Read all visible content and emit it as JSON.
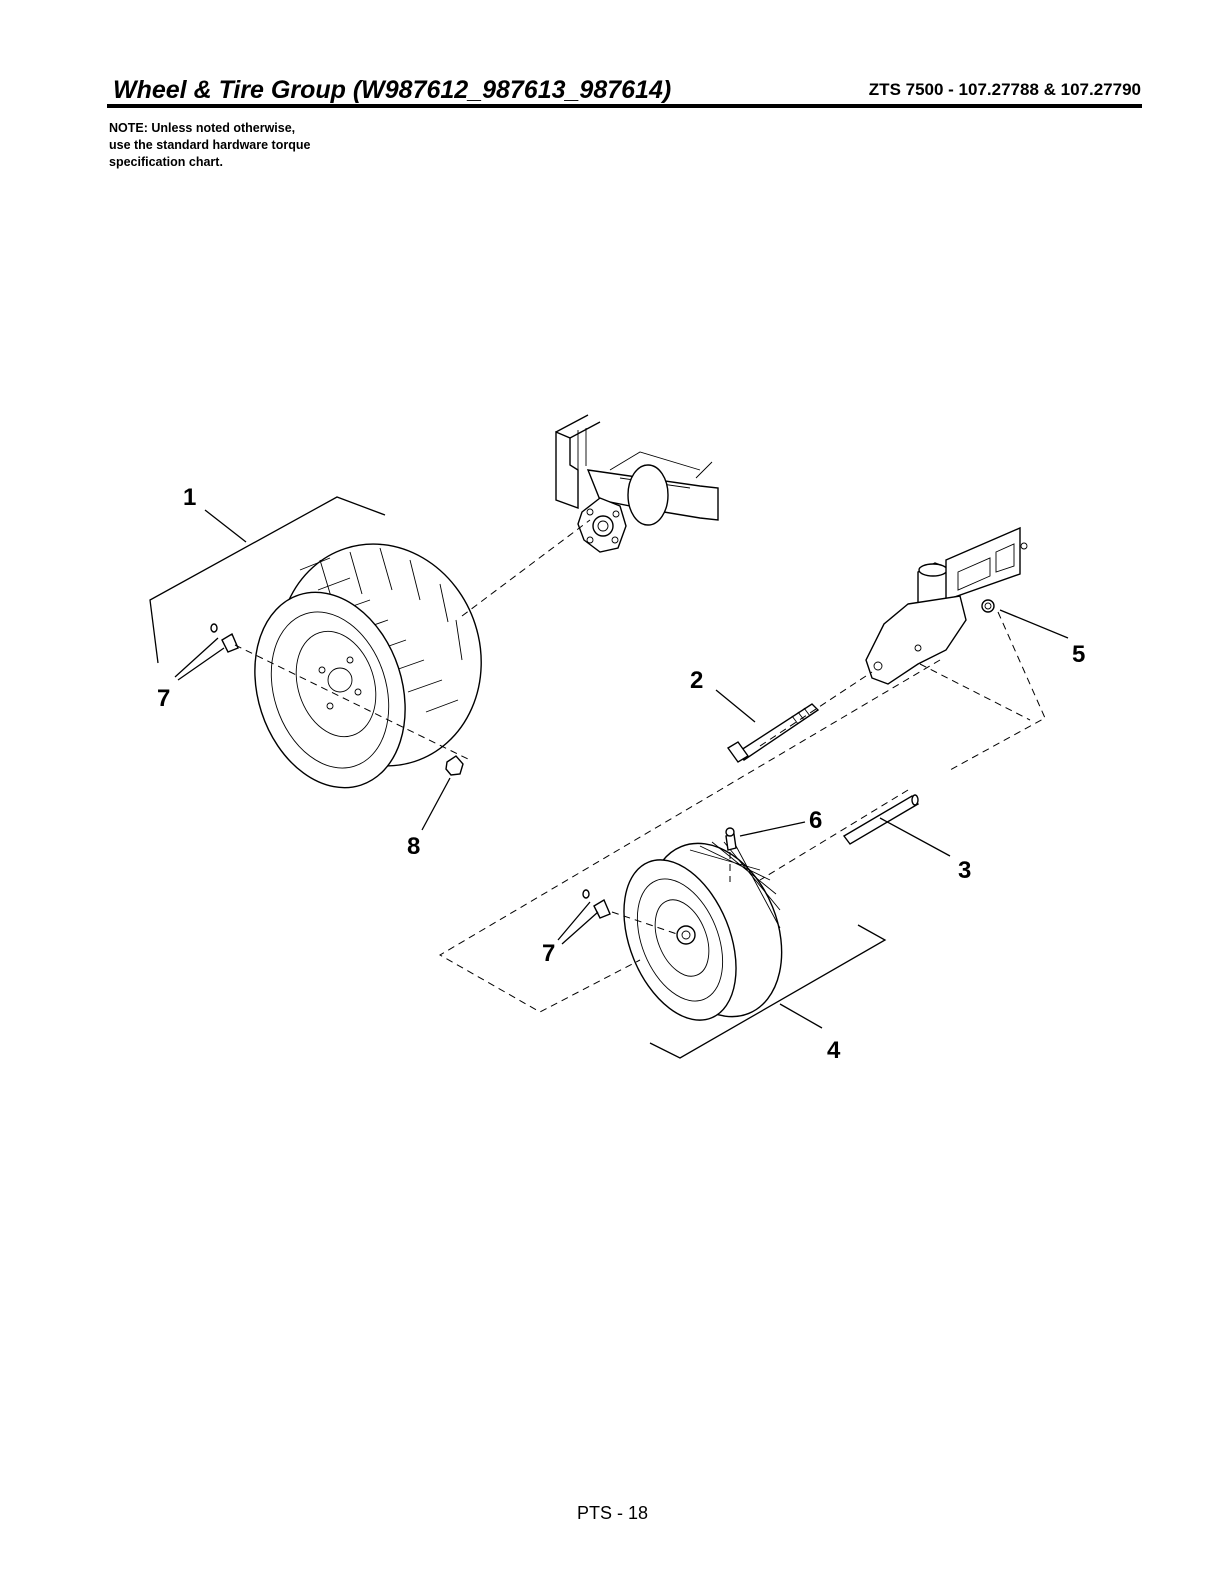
{
  "header": {
    "title": "Wheel & Tire Group (W987612_987613_987614)",
    "model": "ZTS 7500 - 107.27788 & 107.27790"
  },
  "note": {
    "lines": [
      "NOTE: Unless noted otherwise,",
      "use the standard hardware torque",
      "specification chart."
    ]
  },
  "callouts": {
    "rear_wheel_assembly": "1",
    "bolt": "2",
    "spacer_tube": "3",
    "front_wheel_assembly": "4",
    "lock_nut": "5",
    "grease_fitting": "6",
    "valve_stem_rear": "7",
    "valve_stem_front": "7",
    "lug_nut": "8"
  },
  "footer": {
    "page_number": "PTS - 18"
  }
}
